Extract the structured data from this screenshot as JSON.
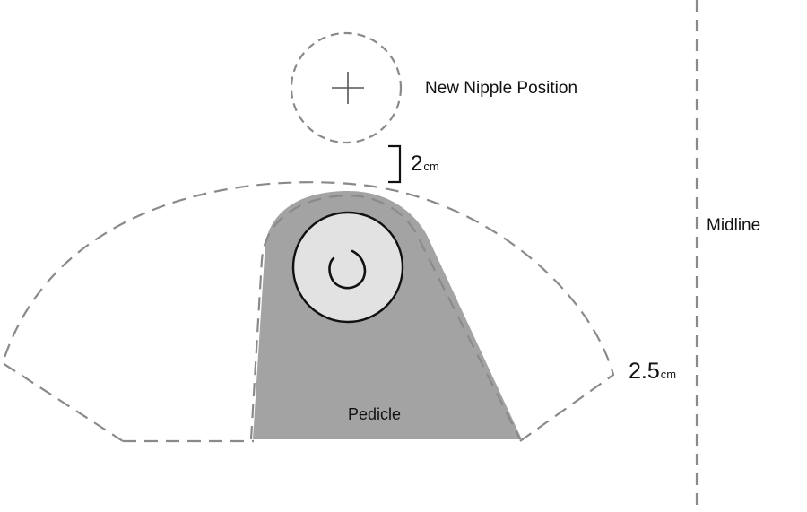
{
  "labels": {
    "new_nipple_position": "New Nipple Position",
    "midline": "Midline",
    "pedicle": "Pedicle"
  },
  "measurements": {
    "top": {
      "value": "2",
      "unit": "cm"
    },
    "right": {
      "value": "2.5",
      "unit": "cm"
    }
  },
  "colors": {
    "dashed_outline": "#8a8a8a",
    "pedicle_fill": "#a3a3a3",
    "areola_fill": "#e2e2e2",
    "ink": "#111111"
  }
}
